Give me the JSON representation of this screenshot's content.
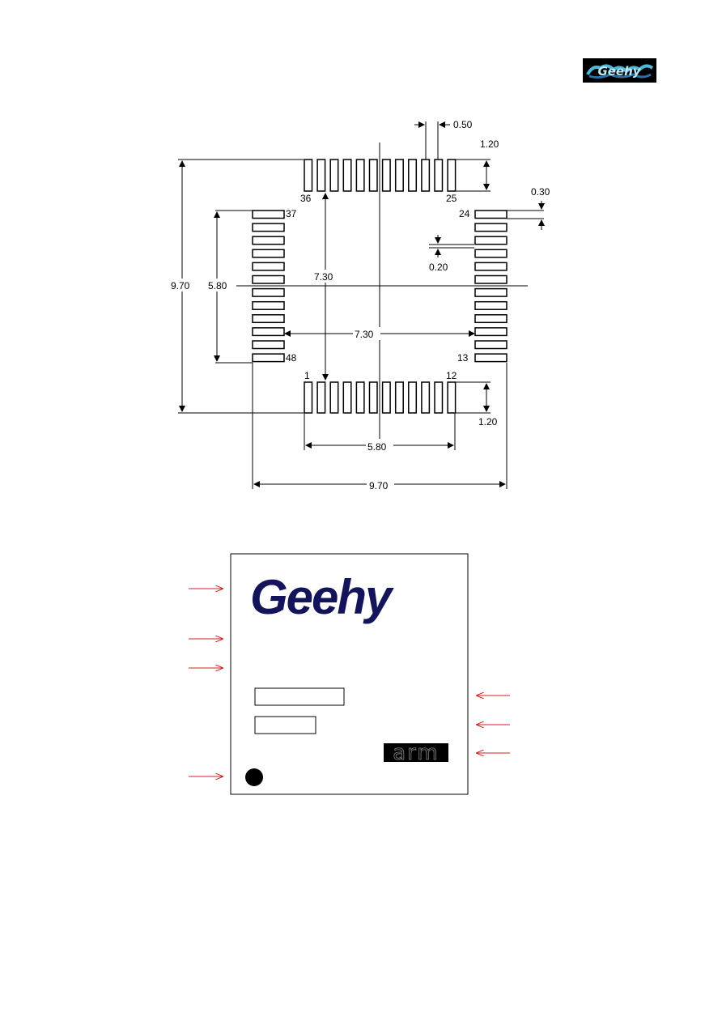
{
  "header": {
    "logo_text": "Geehy"
  },
  "footprint": {
    "dimensions": {
      "pitch": "0.50",
      "pad_length": "1.20",
      "pad_width_side": "0.30",
      "pad_gap": "0.20",
      "outer_span_vertical": "9.70",
      "outer_span_horizontal": "9.70",
      "pad_row_length_vertical": "5.80",
      "pad_row_length_horizontal": "5.80",
      "inner_span_vertical": "7.30",
      "inner_span_horizontal": "7.30",
      "pad_length_bottom": "1.20"
    },
    "pin_labels": {
      "top_left": "36",
      "top_right": "25",
      "left_top": "37",
      "left_bottom": "48",
      "right_top": "24",
      "right_bottom": "13",
      "bottom_left": "1",
      "bottom_right": "12"
    }
  },
  "marking": {
    "brand": "Geehy",
    "arm_logo": "arm"
  },
  "colors": {
    "line": "#000000",
    "arrow_annotation": "#d02020",
    "brand_blue": "#14145a",
    "logo_cyan": "#4fb8d8"
  }
}
